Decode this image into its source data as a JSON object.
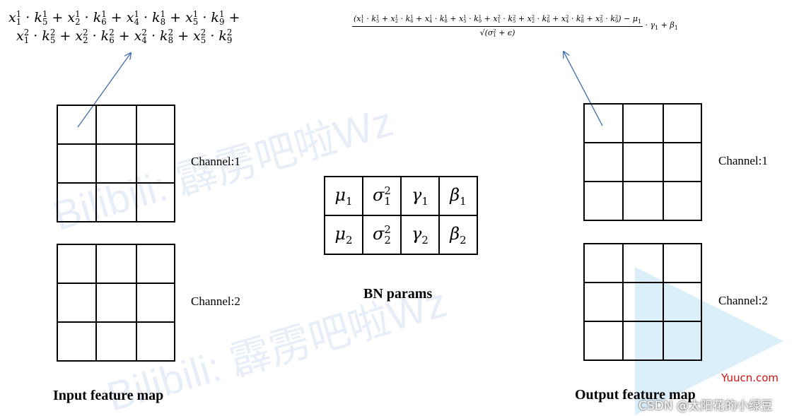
{
  "watermark": "Bilibili: 霹雳吧啦Wz",
  "input": {
    "title": "Input feature map",
    "channels": [
      {
        "label": "Channel:1"
      },
      {
        "label": "Channel:2"
      }
    ]
  },
  "output": {
    "title": "Output feature map",
    "channels": [
      {
        "label": "Channel:1"
      },
      {
        "label": "Channel:2"
      }
    ]
  },
  "bn": {
    "caption": "BN params",
    "rows": [
      [
        {
          "sym": "μ",
          "sub": "1"
        },
        {
          "sym": "σ",
          "sub": "1",
          "sup": "2"
        },
        {
          "sym": "γ",
          "sub": "1"
        },
        {
          "sym": "β",
          "sub": "1"
        }
      ],
      [
        {
          "sym": "μ",
          "sub": "2"
        },
        {
          "sym": "σ",
          "sub": "2",
          "sup": "2"
        },
        {
          "sym": "γ",
          "sub": "2"
        },
        {
          "sym": "β",
          "sub": "2"
        }
      ]
    ]
  },
  "formula_left": {
    "line1": "x_1^1 · k_5^1 + x_2^1 · k_6^1 + x_4^1 · k_8^1 + x_5^1 · k_9^1 +",
    "line2": "x_1^2 · k_5^2 + x_2^2 · k_6^2 + x_4^2 · k_8^2 + x_5^2 · k_9^2"
  },
  "formula_right": {
    "numerator": "(x_1^1 · k_5^1 + x_2^1 · k_6^1 + x_4^1 · k_8^1 + x_5^1 · k_9^1 + x_1^2 · k_5^2 + x_2^2 · k_6^2 + x_4^2 · k_8^2 + x_5^2 · k_9^2) − μ_1",
    "denominator": "√(σ_1^2 + ϵ)",
    "tail": "· γ_1 + β_1"
  },
  "credits": {
    "site": "Yuucn.com",
    "csdn": "CSDN @太阳花的小绿豆"
  }
}
